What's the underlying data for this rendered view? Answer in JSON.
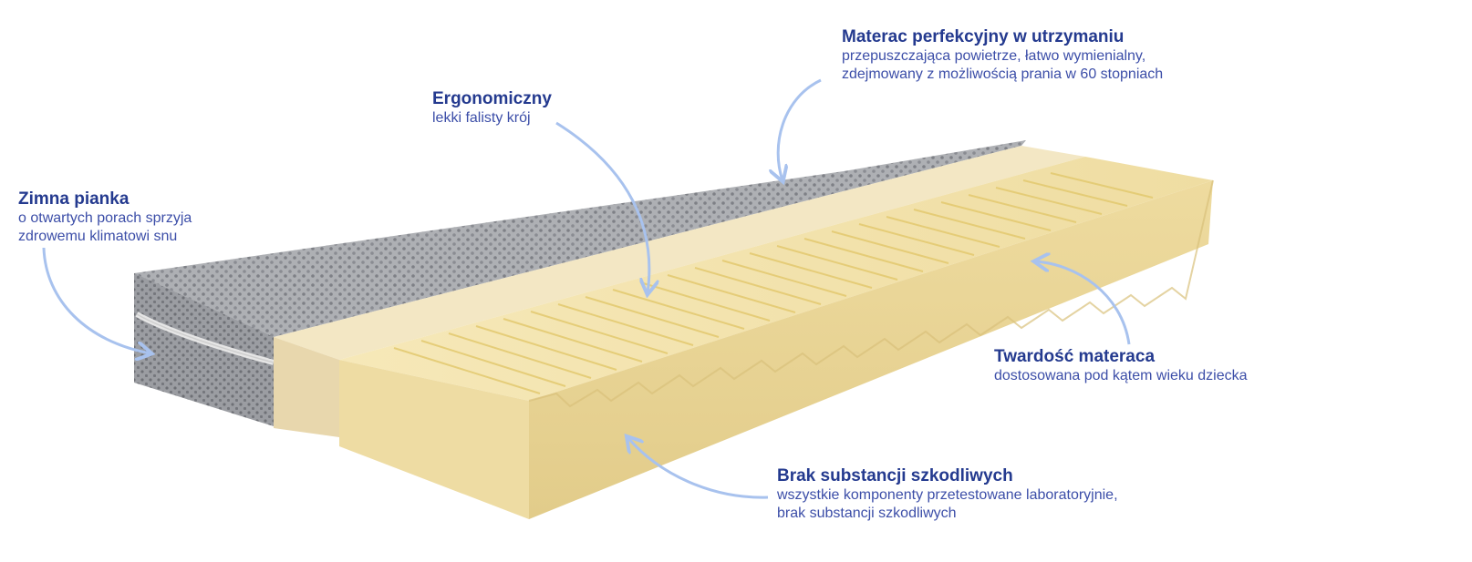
{
  "colors": {
    "accent_text": "#243a8f",
    "desc_text": "#3c4ea8",
    "arrow": "#a8c2ee",
    "foam": "#f0dfa6",
    "foam_front": "#ebd9a0",
    "cover": "#a9aaad",
    "cover_dots": "#7d7f85"
  },
  "callouts": {
    "cold_foam": {
      "title": "Zimna pianka",
      "lines": [
        "o otwartych porach sprzyja",
        "zdrowemu klimatowi snu"
      ]
    },
    "ergonomic": {
      "title": "Ergonomiczny",
      "lines": [
        "lekki falisty krój"
      ]
    },
    "maintenance": {
      "title": "Materac perfekcyjny w utrzymaniu",
      "lines": [
        "przepuszczająca powietrze, łatwo wymienialny,",
        "zdejmowany z możliwością prania w 60 stopniach"
      ]
    },
    "firmness": {
      "title": "Twardość materaca",
      "lines": [
        "dostosowana pod kątem wieku dziecka"
      ]
    },
    "no_harmful": {
      "title": "Brak substancji szkodliwych",
      "lines": [
        "wszystkie komponenty przetestowane laboratoryjnie,",
        "brak substancji szkodliwych"
      ]
    }
  }
}
